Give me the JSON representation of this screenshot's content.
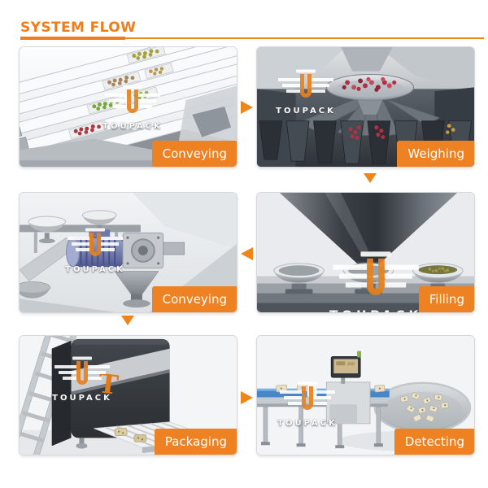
{
  "header": {
    "title": "SYSTEM FLOW"
  },
  "brand": {
    "watermark": "TOUPACK",
    "machine_monogram": "T"
  },
  "colors": {
    "title_orange": "#EF7D1C",
    "label_orange": "#EE8122",
    "arrow_orange": "#EF8519"
  },
  "flow": {
    "panels": [
      {
        "id": "conveying-1",
        "label": "Conveying"
      },
      {
        "id": "weighing",
        "label": "Weighing"
      },
      {
        "id": "conveying-2",
        "label": "Conveying"
      },
      {
        "id": "filling",
        "label": "Filling"
      },
      {
        "id": "packaging",
        "label": "Packaging"
      },
      {
        "id": "detecting",
        "label": "Detecting"
      }
    ],
    "arrows": [
      {
        "between": "conveying-1 to weighing",
        "direction": "right"
      },
      {
        "between": "weighing to filling",
        "direction": "down"
      },
      {
        "between": "filling to conveying-2",
        "direction": "left"
      },
      {
        "between": "conveying-2 to packaging",
        "direction": "down"
      },
      {
        "between": "packaging to detecting",
        "direction": "right"
      }
    ]
  }
}
